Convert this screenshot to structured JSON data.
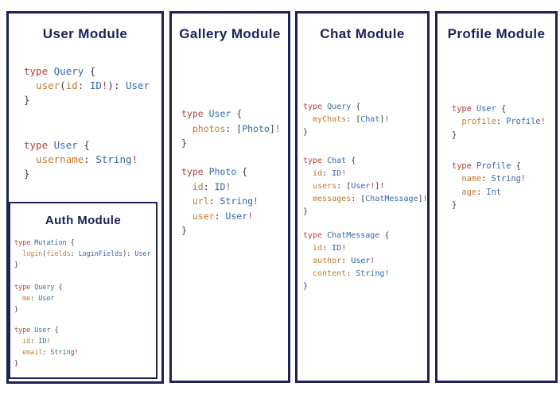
{
  "colors": {
    "frame_navy": "#1e2257",
    "title_navy": "#1c2156",
    "background": "#ffffff"
  },
  "syntax_colors": {
    "kw": "#b0433d",
    "ty": "#3468a8",
    "fi": "#c17a2f",
    "pu": "#3c3c3c",
    "bg": "#b0433d"
  },
  "panels": [
    {
      "title": "User Module",
      "blocks": [
        [
          [
            [
              "kw",
              "type "
            ],
            [
              "ty",
              "Query "
            ],
            [
              "pu",
              "{"
            ]
          ],
          [
            [
              "pu",
              "  "
            ],
            [
              "fi",
              "user"
            ],
            [
              "pu",
              "("
            ],
            [
              "fi",
              "id"
            ],
            [
              "pu",
              ": "
            ],
            [
              "ty",
              "ID"
            ],
            [
              "bg",
              "!"
            ],
            [
              "pu",
              "): "
            ],
            [
              "ty",
              "User"
            ]
          ],
          [
            [
              "pu",
              "}"
            ]
          ]
        ],
        [
          [
            [
              "kw",
              "type "
            ],
            [
              "ty",
              "User "
            ],
            [
              "pu",
              "{"
            ]
          ],
          [
            [
              "pu",
              "  "
            ],
            [
              "fi",
              "username"
            ],
            [
              "pu",
              ": "
            ],
            [
              "ty",
              "String"
            ],
            [
              "bg",
              "!"
            ]
          ],
          [
            [
              "pu",
              "}"
            ]
          ]
        ]
      ],
      "nested": {
        "title": "Auth Module",
        "blocks": [
          [
            [
              [
                "kw",
                "type "
              ],
              [
                "ty",
                "Mutation "
              ],
              [
                "pu",
                "{"
              ]
            ],
            [
              [
                "pu",
                "  "
              ],
              [
                "fi",
                "login"
              ],
              [
                "pu",
                "("
              ],
              [
                "fi",
                "fields"
              ],
              [
                "pu",
                ": "
              ],
              [
                "ty",
                "LoginFields"
              ],
              [
                "pu",
                "): "
              ],
              [
                "ty",
                "User"
              ]
            ],
            [
              [
                "pu",
                "}"
              ]
            ]
          ],
          [
            [
              [
                "kw",
                "type "
              ],
              [
                "ty",
                "Query "
              ],
              [
                "pu",
                "{"
              ]
            ],
            [
              [
                "pu",
                "  "
              ],
              [
                "fi",
                "me"
              ],
              [
                "pu",
                ": "
              ],
              [
                "ty",
                "User"
              ]
            ],
            [
              [
                "pu",
                "}"
              ]
            ]
          ],
          [
            [
              [
                "kw",
                "type "
              ],
              [
                "ty",
                "User "
              ],
              [
                "pu",
                "{"
              ]
            ],
            [
              [
                "pu",
                "  "
              ],
              [
                "fi",
                "id"
              ],
              [
                "pu",
                ": "
              ],
              [
                "ty",
                "ID"
              ],
              [
                "bg",
                "!"
              ]
            ],
            [
              [
                "pu",
                "  "
              ],
              [
                "fi",
                "email"
              ],
              [
                "pu",
                ": "
              ],
              [
                "ty",
                "String"
              ],
              [
                "bg",
                "!"
              ]
            ],
            [
              [
                "pu",
                "}"
              ]
            ]
          ]
        ]
      }
    },
    {
      "title": "Gallery Module",
      "blocks": [
        [
          [
            [
              "kw",
              "type "
            ],
            [
              "ty",
              "User "
            ],
            [
              "pu",
              "{"
            ]
          ],
          [
            [
              "pu",
              "  "
            ],
            [
              "fi",
              "photos"
            ],
            [
              "pu",
              ": ["
            ],
            [
              "ty",
              "Photo"
            ],
            [
              "pu",
              "]"
            ],
            [
              "bg",
              "!"
            ]
          ],
          [
            [
              "pu",
              "}"
            ]
          ]
        ],
        [
          [
            [
              "kw",
              "type "
            ],
            [
              "ty",
              "Photo "
            ],
            [
              "pu",
              "{"
            ]
          ],
          [
            [
              "pu",
              "  "
            ],
            [
              "fi",
              "id"
            ],
            [
              "pu",
              ": "
            ],
            [
              "ty",
              "ID"
            ],
            [
              "bg",
              "!"
            ]
          ],
          [
            [
              "pu",
              "  "
            ],
            [
              "fi",
              "url"
            ],
            [
              "pu",
              ": "
            ],
            [
              "ty",
              "String"
            ],
            [
              "bg",
              "!"
            ]
          ],
          [
            [
              "pu",
              "  "
            ],
            [
              "fi",
              "user"
            ],
            [
              "pu",
              ": "
            ],
            [
              "ty",
              "User"
            ],
            [
              "bg",
              "!"
            ]
          ],
          [
            [
              "pu",
              "}"
            ]
          ]
        ]
      ]
    },
    {
      "title": "Chat Module",
      "blocks": [
        [
          [
            [
              "kw",
              "type "
            ],
            [
              "ty",
              "Query "
            ],
            [
              "pu",
              "{"
            ]
          ],
          [
            [
              "pu",
              "  "
            ],
            [
              "fi",
              "myChats"
            ],
            [
              "pu",
              ": ["
            ],
            [
              "ty",
              "Chat"
            ],
            [
              "pu",
              "]"
            ],
            [
              "bg",
              "!"
            ]
          ],
          [
            [
              "pu",
              "}"
            ]
          ]
        ],
        [
          [
            [
              "kw",
              "type "
            ],
            [
              "ty",
              "Chat "
            ],
            [
              "pu",
              "{"
            ]
          ],
          [
            [
              "pu",
              "  "
            ],
            [
              "fi",
              "id"
            ],
            [
              "pu",
              ": "
            ],
            [
              "ty",
              "ID"
            ],
            [
              "bg",
              "!"
            ]
          ],
          [
            [
              "pu",
              "  "
            ],
            [
              "fi",
              "users"
            ],
            [
              "pu",
              ": ["
            ],
            [
              "ty",
              "User"
            ],
            [
              "bg",
              "!"
            ],
            [
              "pu",
              "]"
            ],
            [
              "bg",
              "!"
            ]
          ],
          [
            [
              "pu",
              "  "
            ],
            [
              "fi",
              "messages"
            ],
            [
              "pu",
              ": ["
            ],
            [
              "ty",
              "ChatMessage"
            ],
            [
              "pu",
              "]"
            ],
            [
              "bg",
              "!"
            ]
          ],
          [
            [
              "pu",
              "}"
            ]
          ]
        ],
        [
          [
            [
              "kw",
              "type "
            ],
            [
              "ty",
              "ChatMessage "
            ],
            [
              "pu",
              "{"
            ]
          ],
          [
            [
              "pu",
              "  "
            ],
            [
              "fi",
              "id"
            ],
            [
              "pu",
              ": "
            ],
            [
              "ty",
              "ID"
            ],
            [
              "bg",
              "!"
            ]
          ],
          [
            [
              "pu",
              "  "
            ],
            [
              "fi",
              "author"
            ],
            [
              "pu",
              ": "
            ],
            [
              "ty",
              "User"
            ],
            [
              "bg",
              "!"
            ]
          ],
          [
            [
              "pu",
              "  "
            ],
            [
              "fi",
              "content"
            ],
            [
              "pu",
              ": "
            ],
            [
              "ty",
              "String"
            ],
            [
              "bg",
              "!"
            ]
          ],
          [
            [
              "pu",
              "}"
            ]
          ]
        ]
      ]
    },
    {
      "title": "Profile Module",
      "blocks": [
        [
          [
            [
              "kw",
              "type "
            ],
            [
              "ty",
              "User "
            ],
            [
              "pu",
              "{"
            ]
          ],
          [
            [
              "pu",
              "  "
            ],
            [
              "fi",
              "profile"
            ],
            [
              "pu",
              ": "
            ],
            [
              "ty",
              "Profile"
            ],
            [
              "bg",
              "!"
            ]
          ],
          [
            [
              "pu",
              "}"
            ]
          ]
        ],
        [
          [
            [
              "kw",
              "type "
            ],
            [
              "ty",
              "Profile "
            ],
            [
              "pu",
              "{"
            ]
          ],
          [
            [
              "pu",
              "  "
            ],
            [
              "fi",
              "name"
            ],
            [
              "pu",
              ": "
            ],
            [
              "ty",
              "String"
            ],
            [
              "bg",
              "!"
            ]
          ],
          [
            [
              "pu",
              "  "
            ],
            [
              "fi",
              "age"
            ],
            [
              "pu",
              ": "
            ],
            [
              "ty",
              "Int"
            ]
          ],
          [
            [
              "pu",
              "}"
            ]
          ]
        ]
      ]
    }
  ]
}
